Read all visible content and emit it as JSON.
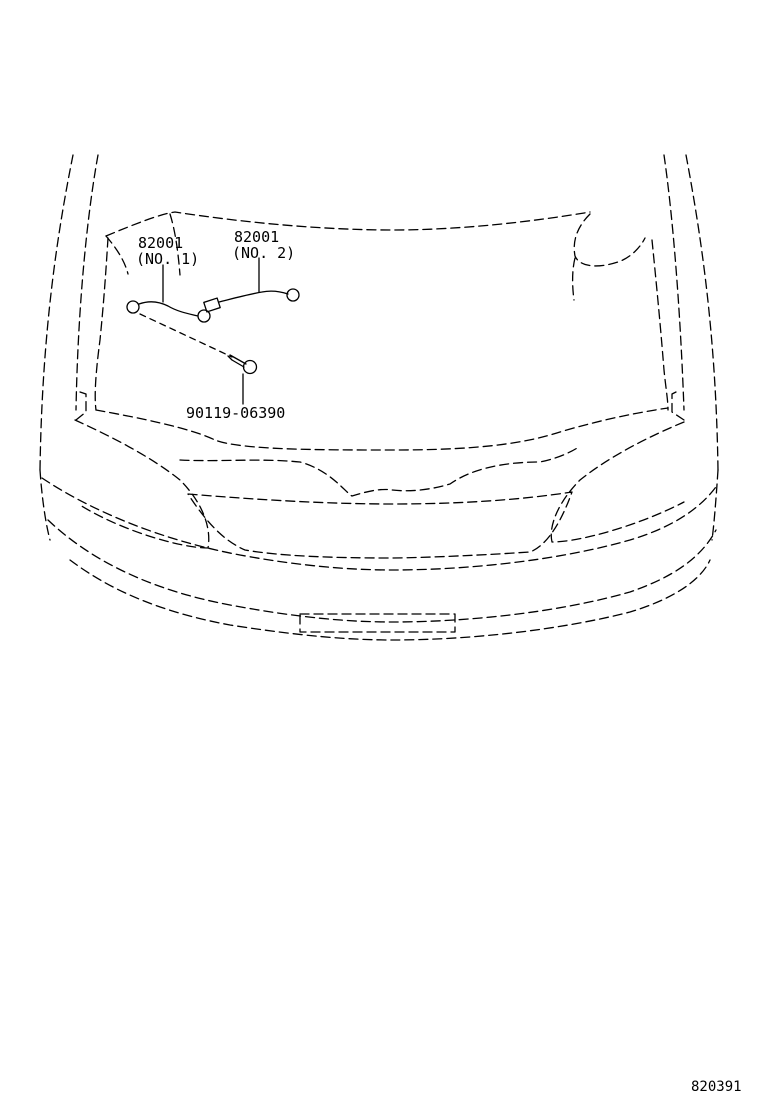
{
  "parts": {
    "wire_no1": {
      "number": "82001",
      "sub": "(NO. 1)"
    },
    "wire_no2": {
      "number": "82001",
      "sub": "(NO. 2)"
    },
    "bolt": {
      "number": "90119-06390"
    }
  },
  "figure_number": "820391",
  "colors": {
    "line": "#000000",
    "background": "#ffffff"
  }
}
